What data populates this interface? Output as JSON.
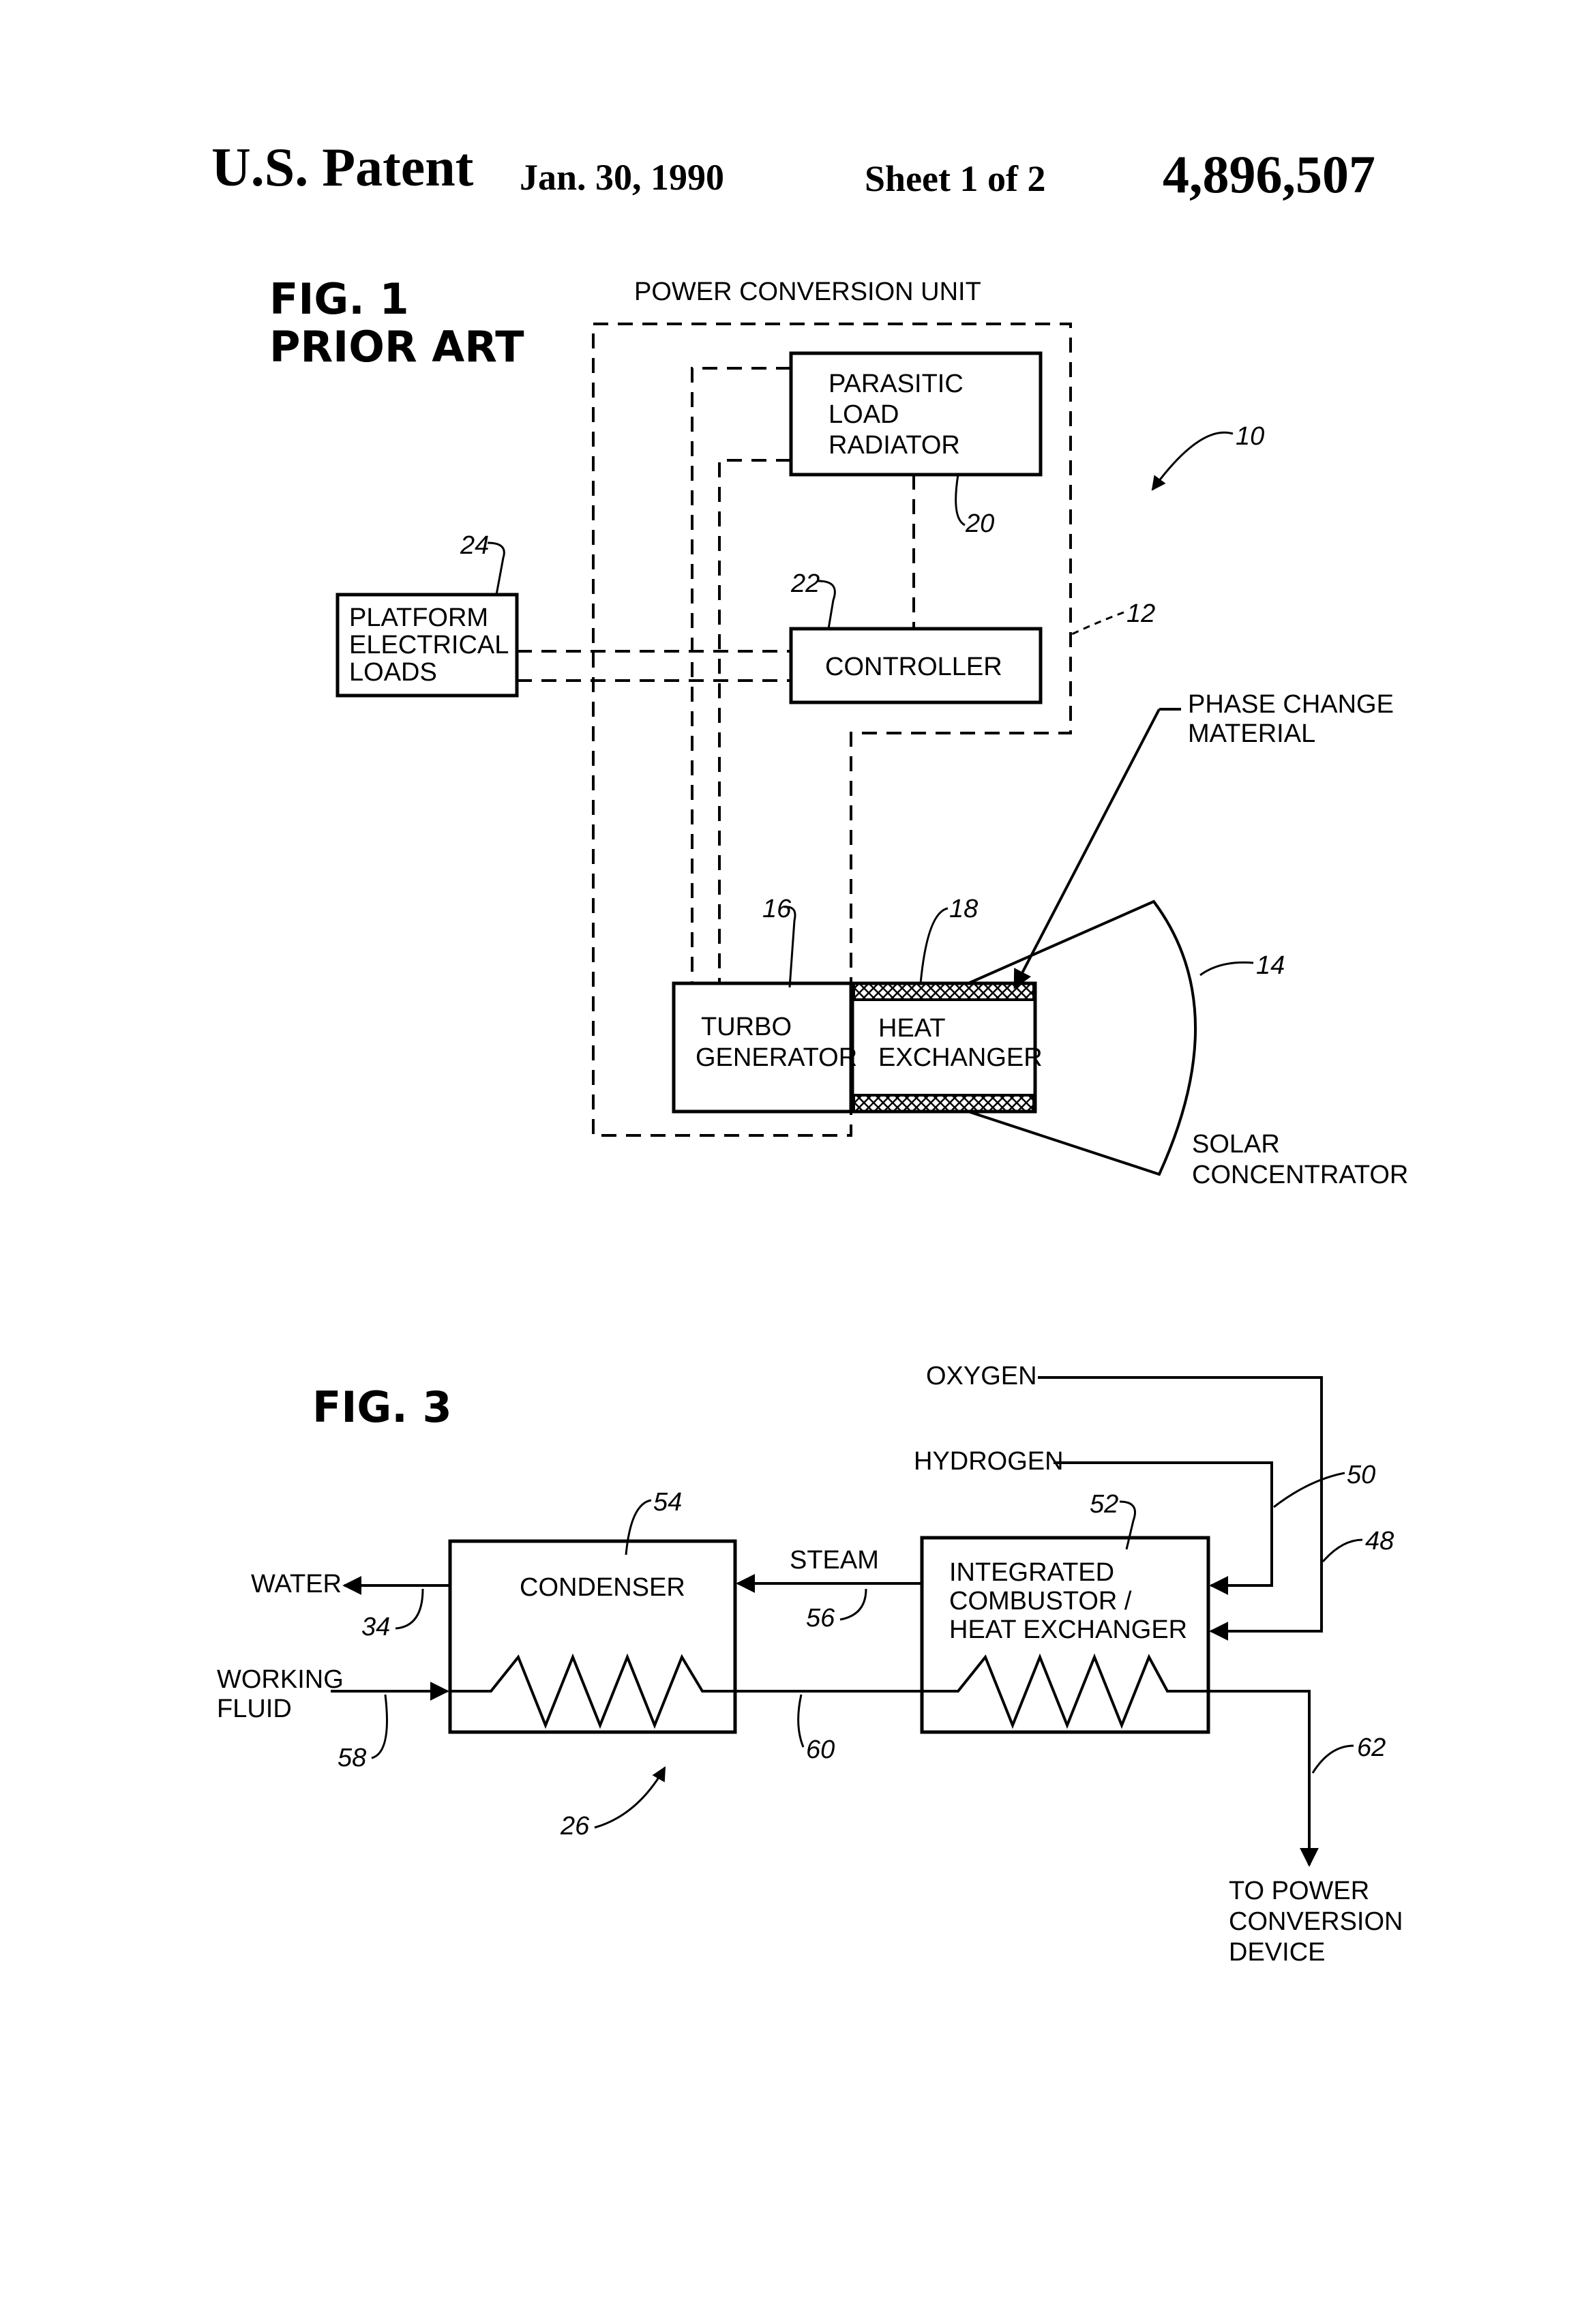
{
  "header": {
    "title": "U.S. Patent",
    "date": "Jan. 30, 1990",
    "sheet": "Sheet 1 of 2",
    "patent_number": "4,896,507"
  },
  "fig1": {
    "figure_label": "FIG. 1",
    "subtitle": "PRIOR ART",
    "power_conversion_unit": "POWER CONVERSION UNIT",
    "parasitic_load_radiator": [
      "PARASITIC",
      "LOAD",
      "RADIATOR"
    ],
    "platform_electrical_loads": [
      "PLATFORM",
      "ELECTRICAL",
      "LOADS"
    ],
    "controller": "CONTROLLER",
    "turbo_generator": [
      "TURBO",
      "GENERATOR"
    ],
    "heat_exchanger": [
      "HEAT",
      "EXCHANGER"
    ],
    "phase_change_material": [
      "PHASE CHANGE",
      "MATERIAL"
    ],
    "solar_concentrator": [
      "SOLAR",
      "CONCENTRATOR"
    ],
    "refs": {
      "r10": "10",
      "r12": "12",
      "r14": "14",
      "r16": "16",
      "r18": "18",
      "r20": "20",
      "r22": "22",
      "r24": "24"
    }
  },
  "fig3": {
    "figure_label": "FIG. 3",
    "oxygen": "OXYGEN",
    "hydrogen": "HYDROGEN",
    "condenser": "CONDENSER",
    "steam": "STEAM",
    "integrated_combustor": [
      "INTEGRATED",
      "COMBUSTOR /",
      "HEAT EXCHANGER"
    ],
    "water": "WATER",
    "working_fluid": [
      "WORKING",
      "FLUID"
    ],
    "to_power_conversion_device": [
      "TO POWER",
      "CONVERSION",
      "DEVICE"
    ],
    "refs": {
      "r26": "26",
      "r34": "34",
      "r48": "48",
      "r50": "50",
      "r52": "52",
      "r54": "54",
      "r56": "56",
      "r58": "58",
      "r60": "60",
      "r62": "62"
    }
  }
}
